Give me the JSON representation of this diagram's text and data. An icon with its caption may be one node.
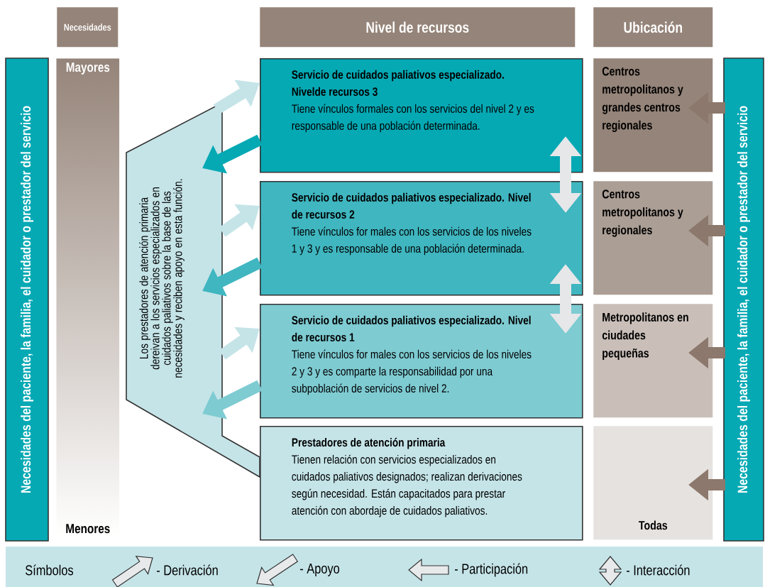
{
  "diagram": {
    "nodes": [
      {
        "text": [
          "Necesidades"
        ]
      },
      {
        "text": [
          "Nivel de recursos"
        ]
      },
      {
        "text": [
          "Ubicación"
        ]
      },
      {
        "text": [
          "Necesidades del paciente, la familia, el cuidador o prestador del servicio"
        ]
      },
      {
        "text": [
          "Mayores",
          "Menores"
        ]
      },
      {
        "text": [
          "Los prestadores de atención primaria dereivan a los servicios especializados en cuidados paliativos sobre la base de las necesidades y reciben apoyo en esta función."
        ]
      },
      {
        "text": [
          "Servicio de cuidados paliativos especializado. Nivelde recursos 3",
          "Tiene vínculos formales con los servicios del nivel 2 y es responsable de una población determinada."
        ]
      },
      {
        "text": [
          "Servicio de cuidados paliativos especializado. Nivel de recursos 2",
          "Tiene vínculos for males con los servicios de los niveles 1 y 3 y es responsable de una población determinada."
        ]
      },
      {
        "text": [
          "Servicio de cuidados paliativos especializado. Nivel de recursos 1",
          "Tiene vínculos for males con los servicios de los niveles 2 y 3 y es comparte la responsabilidad por una subpoblación de servicios de nivel 2."
        ]
      },
      {
        "text": [
          "Prestadores de atención primaria",
          "Tienen relación con servicios especializados en cuidados paliativos designados; realizan derivaciones según necesidad. Están capacitados para prestar atención con abordaje de cuidados paliativos."
        ]
      },
      {
        "text": [
          "Centros metropolitanos y grandes centros regionales"
        ]
      },
      {
        "text": [
          "Centros metropolitanos y regionales"
        ]
      },
      {
        "text": [
          "Metropolitanos en ciudades pequeñas"
        ]
      },
      {
        "text": [
          "Todas"
        ]
      },
      {
        "text": [
          "Necesidades del paciente, la familia, el cuidador o prestador del servicio"
        ]
      }
    ],
    "edges": [
      {
        "from": 5,
        "to": 6,
        "arrow": "to",
        "color": "#c5e4e8"
      },
      {
        "from": 6,
        "to": 5,
        "arrow": "to",
        "color": "#05a9b4"
      },
      {
        "from": 5,
        "to": 7,
        "arrow": "to",
        "color": "#c5e4e8"
      },
      {
        "from": 7,
        "to": 5,
        "arrow": "to",
        "color": "#3fb6c0"
      },
      {
        "from": 5,
        "to": 8,
        "arrow": "to",
        "color": "#c5e4e8"
      },
      {
        "from": 8,
        "to": 5,
        "arrow": "to",
        "color": "#7ecbd2"
      },
      {
        "from": 6,
        "to": 7,
        "arrow": "both",
        "color": "#e6e7e9"
      },
      {
        "from": 7,
        "to": 8,
        "arrow": "both",
        "color": "#e6e7e9"
      },
      {
        "from": 14,
        "to": 10,
        "arrow": "to",
        "color": "#8c786c"
      },
      {
        "from": 14,
        "to": 11,
        "arrow": "to",
        "color": "#8c786c"
      },
      {
        "from": 14,
        "to": 12,
        "arrow": "to",
        "color": "#8c786c"
      },
      {
        "from": 14,
        "to": 13,
        "arrow": "to",
        "color": "#8c786c"
      }
    ],
    "labels": [
      "Símbolos"
    ],
    "legend": [
      {
        "text": "- Derivación"
      },
      {
        "text": "- Apoyo"
      },
      {
        "text": "- Participación"
      },
      {
        "text": "- Interacción"
      }
    ]
  }
}
